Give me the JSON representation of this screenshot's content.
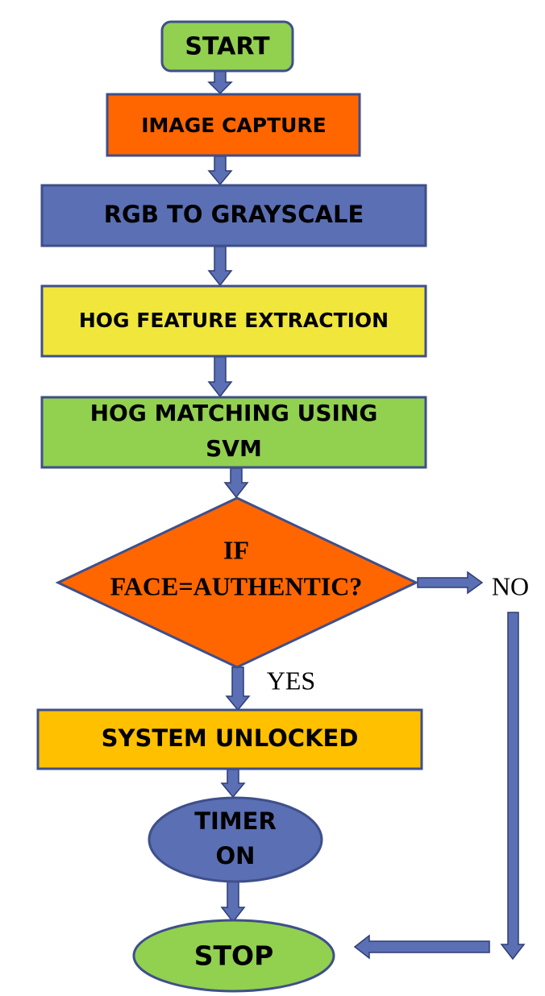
{
  "nodes": {
    "start": {
      "label": "START"
    },
    "image_capture": {
      "label": "IMAGE CAPTURE"
    },
    "rgb_to_grayscale": {
      "label": "RGB TO GRAYSCALE"
    },
    "hog_feature_extraction": {
      "label": "HOG FEATURE EXTRACTION"
    },
    "hog_matching": {
      "line1": "HOG MATCHING USING",
      "line2": "SVM"
    },
    "decision": {
      "line1": "IF",
      "line2": "FACE=AUTHENTIC?"
    },
    "system_unlocked": {
      "label": "SYSTEM UNLOCKED"
    },
    "timer_on": {
      "line1": "TIMER",
      "line2": "ON"
    },
    "stop": {
      "label": "STOP"
    }
  },
  "edges": {
    "yes_label": "YES",
    "no_label": "NO"
  },
  "colors": {
    "green": "#92d050",
    "orange": "#ff6600",
    "blue": "#5b6fb4",
    "yellow": "#f0e63c",
    "amber": "#ffc000",
    "border": "#3f4f8a",
    "arrow_fill": "#5b6fb4",
    "arrow_stroke": "#2f3d73"
  }
}
